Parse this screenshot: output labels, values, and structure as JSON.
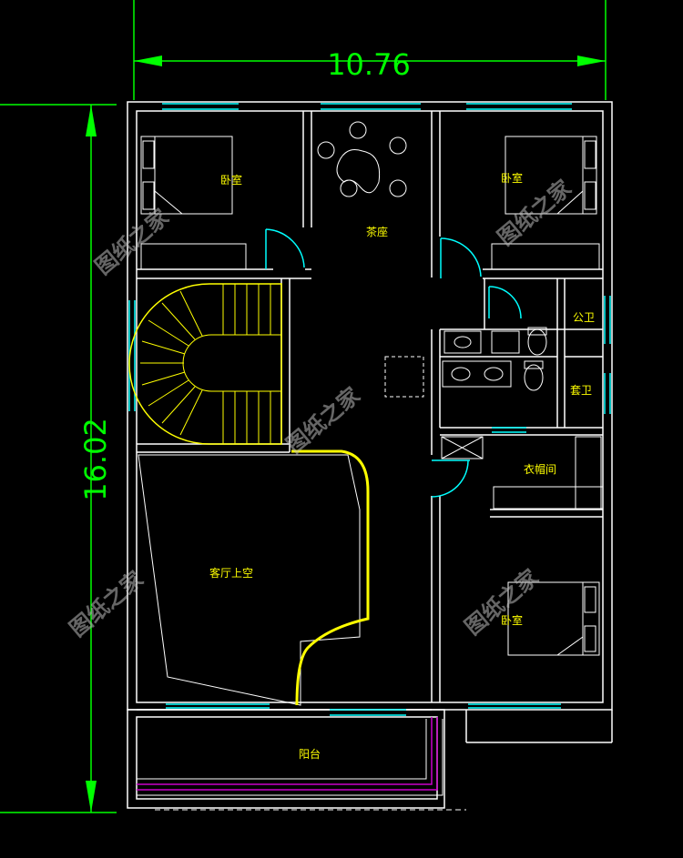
{
  "dimensions": {
    "width": "10.76",
    "height": "16.02"
  },
  "rooms": {
    "bedroom_nw": "卧室",
    "tea_room": "茶座",
    "bedroom_ne": "卧室",
    "public_bath": "公卫",
    "ensuite_bath": "套卫",
    "cloakroom": "衣帽间",
    "living_void": "客厅上空",
    "bedroom_se": "卧室",
    "balcony": "阳台"
  },
  "watermark": "图纸之家",
  "colors": {
    "background": "#000000",
    "walls": "#ffffff",
    "dimension": "#00ff00",
    "labels": "#ffff00",
    "windows": "#00ffff",
    "balcony_rail": "#cc00cc"
  }
}
